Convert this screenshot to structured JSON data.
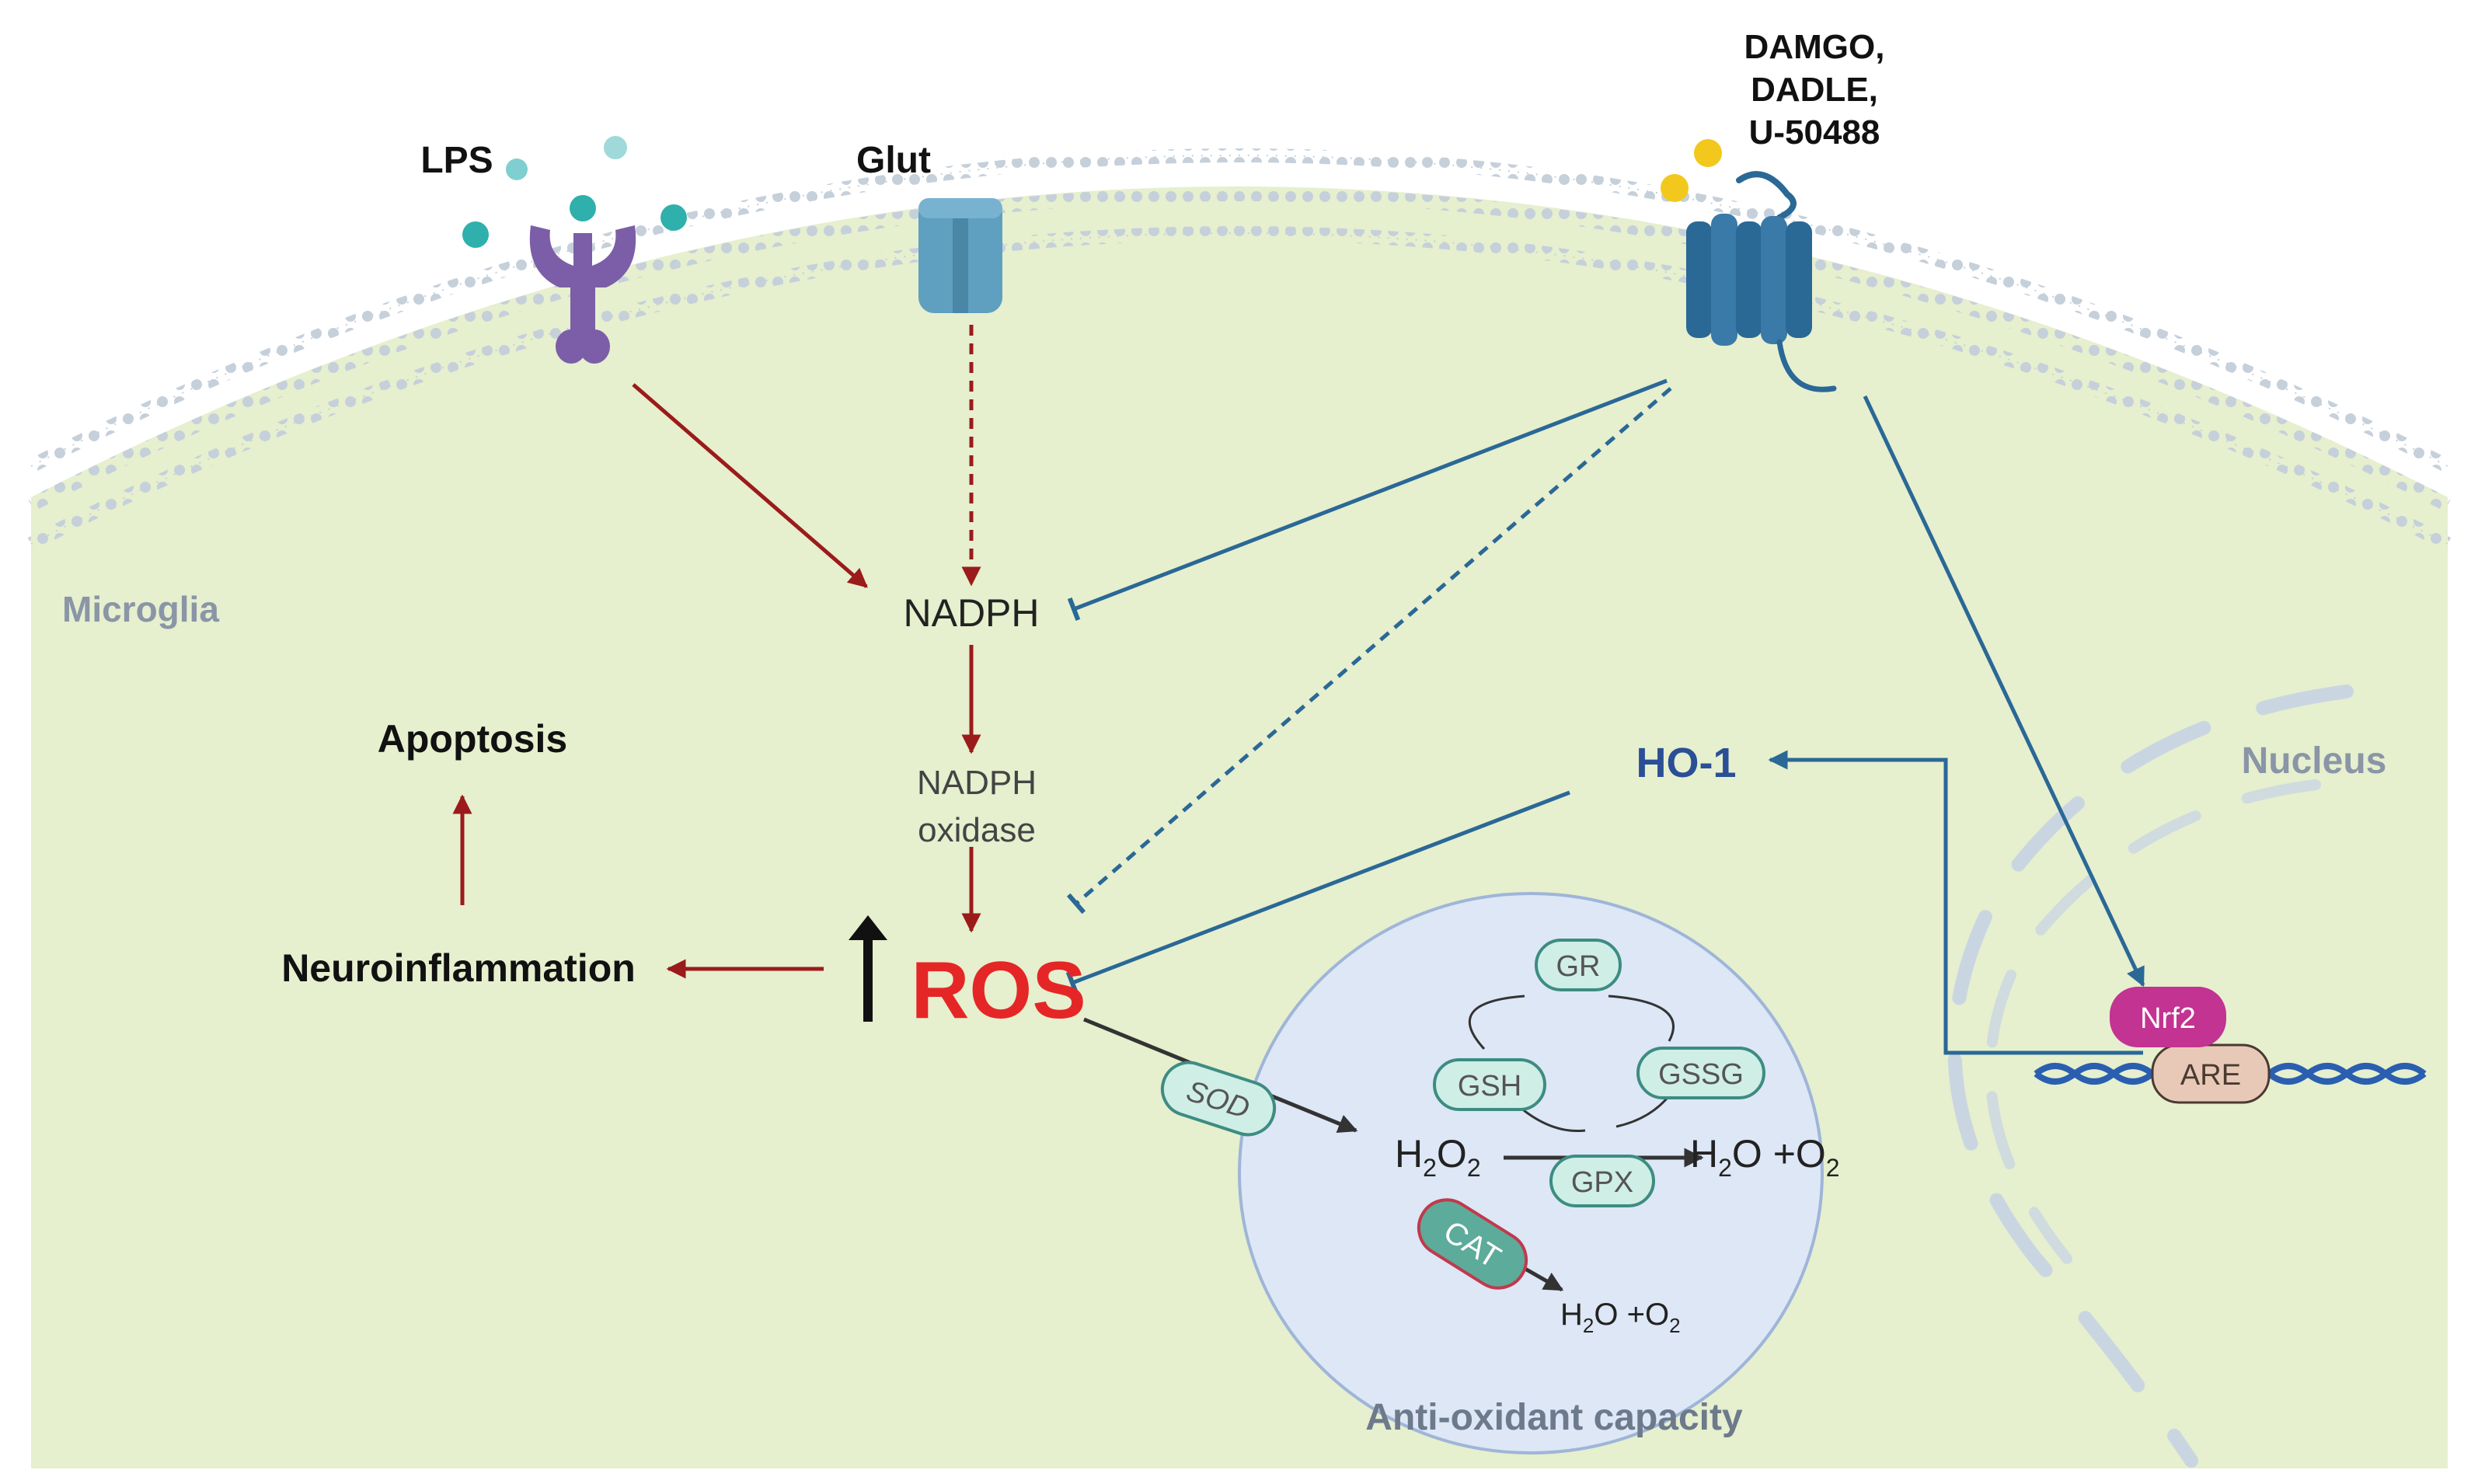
{
  "labels": {
    "lps": "LPS",
    "glut": "Glut",
    "agonist_line1": "DAMGO,",
    "agonist_line2": "DADLE,",
    "agonist_line3": "U-50488",
    "microglia": "Microglia",
    "nadph": "NADPH",
    "nadph_oxidase_line1": "NADPH",
    "nadph_oxidase_line2": "oxidase",
    "apoptosis": "Apoptosis",
    "neuroinflammation": "Neuroinflammation",
    "ros": "ROS",
    "ho1": "HO-1",
    "nucleus": "Nucleus",
    "nrf2": "Nrf2",
    "are": "ARE",
    "sod": "SOD",
    "gr": "GR",
    "gsh": "GSH",
    "gssg": "GSSG",
    "gpx": "GPX",
    "cat": "CAT",
    "h2o2_h": "H",
    "h2o2_2a": "2",
    "h2o2_o": "O",
    "h2o2_2b": "2",
    "water_h": "H",
    "water_2": "2",
    "water_o": "O +O",
    "water_o2": "2",
    "water2_h": "H",
    "water2_2": "2",
    "water2_o": "O +O",
    "water2_o2": "2",
    "antioxidant": "Anti-oxidant capacity"
  },
  "colors": {
    "cytoplasm": "#e6efce",
    "membrane_bead": "#c6d0da",
    "lps_receptor": "#7b5ea7",
    "lps_dots": "#2fb0ac",
    "glut_channel": "#5f9fc0",
    "opioid_receptor": "#2a6896",
    "agonist_dots": "#f2c81c",
    "pathway_red": "#9b1b1b",
    "pathway_blue": "#2a6896",
    "ros_red": "#e52626",
    "ho1_blue": "#2a4f96",
    "antioxidant_fill": "#dde7f6",
    "antioxidant_stroke": "#9fb5d8",
    "enzyme_fill": "#cfeee6",
    "enzyme_stroke": "#3d8c82",
    "cat_fill": "#5dab9a",
    "cat_stroke": "#c1394d",
    "nrf2": "#c23392",
    "are": "#e8c9b7",
    "dna": "#2a5fb0",
    "nucleus_dash": "#c9d6e2"
  }
}
